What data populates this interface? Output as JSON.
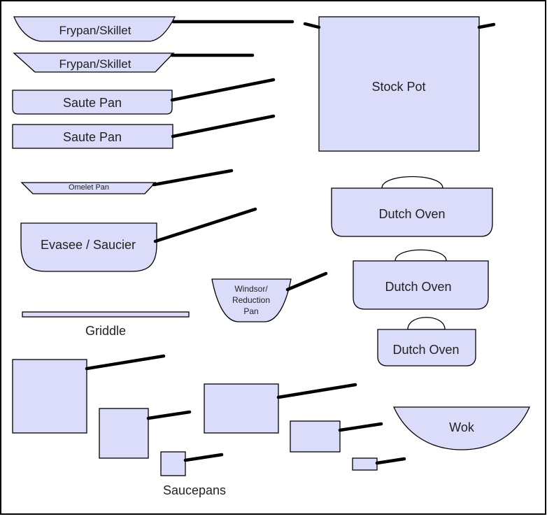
{
  "colors": {
    "fill": "#dadcfa",
    "stroke": "#000000",
    "frame": "#000000"
  },
  "labels": {
    "frypan_1": "Frypan/Skillet",
    "frypan_2": "Frypan/Skillet",
    "saute_pan_1": "Saute Pan",
    "saute_pan_2": "Saute Pan",
    "omelet_pan": "Omelet Pan",
    "evasee_saucier": "Evasee / Saucier",
    "griddle": "Griddle",
    "windsor_line1": "Windsor/",
    "windsor_line2": "Reduction",
    "windsor_line3": "Pan",
    "stock_pot": "Stock Pot",
    "dutch_oven_1": "Dutch Oven",
    "dutch_oven_2": "Dutch Oven",
    "dutch_oven_3": "Dutch Oven",
    "wok": "Wok",
    "saucepans": "Saucepans"
  }
}
